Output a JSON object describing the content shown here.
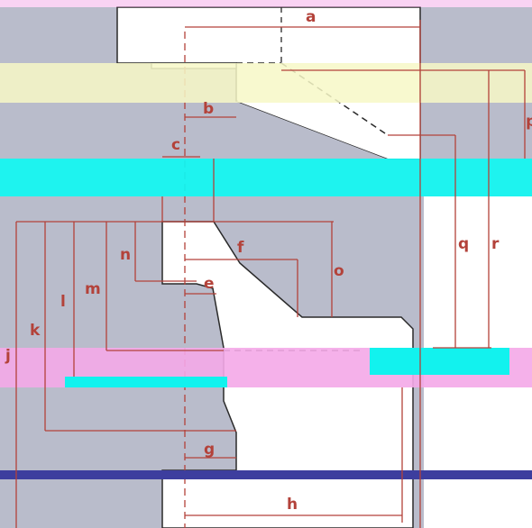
{
  "colors": {
    "background": "#ffffff",
    "background_panel": "#b9bccb",
    "part_fill": "#ffffff",
    "outline": "#2a2a2a",
    "dimension": "#b3423a",
    "label": "#b3423a",
    "artifact_pink": "#f4a8e8",
    "artifact_cyan": "#12f2ee",
    "artifact_yellow": "#f7f8c7",
    "artifact_band": "#3d3e9e"
  },
  "labels": {
    "a": "a",
    "b": "b",
    "c": "c",
    "e": "e",
    "f": "f",
    "g": "g",
    "h": "h",
    "j": "j",
    "k": "k",
    "l": "l",
    "m": "m",
    "n": "n",
    "o": "o",
    "p": "p",
    "q": "q",
    "r": "r"
  }
}
